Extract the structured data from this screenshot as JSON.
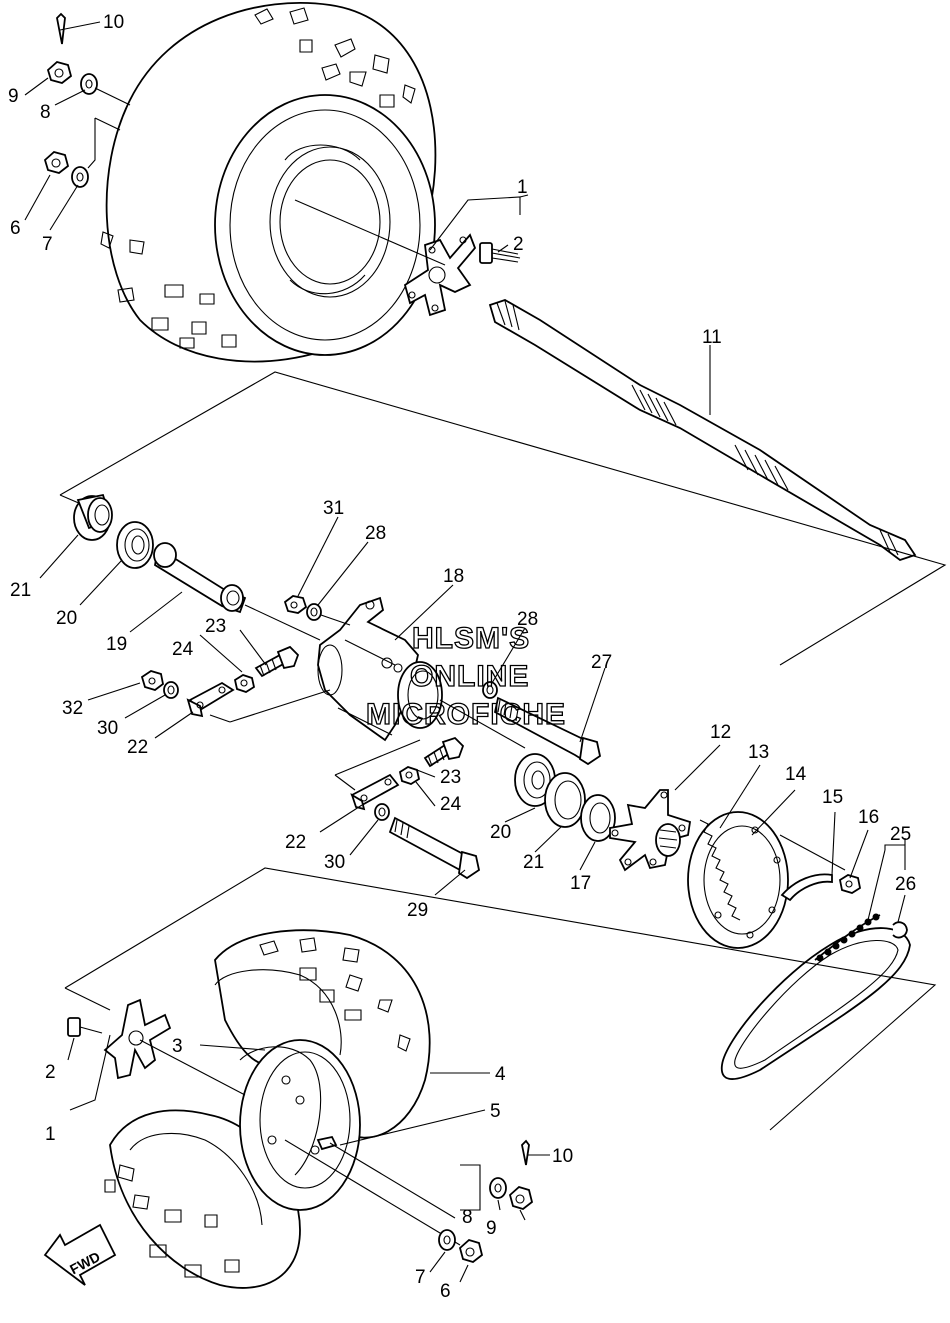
{
  "diagram": {
    "labels": {
      "p1_top": "1",
      "p2_top": "2",
      "p6_top": "6",
      "p7_top": "7",
      "p8_top": "8",
      "p9_top": "9",
      "p10_top": "10",
      "p11": "11",
      "p12": "12",
      "p13": "13",
      "p14": "14",
      "p15": "15",
      "p16": "16",
      "p17": "17",
      "p18": "18",
      "p19": "19",
      "p20_left": "20",
      "p21_left": "21",
      "p22_left": "22",
      "p23_left": "23",
      "p24_left": "24",
      "p25": "25",
      "p26": "26",
      "p27": "27",
      "p28_top": "28",
      "p28_mid": "28",
      "p29": "29",
      "p30_left": "30",
      "p31": "31",
      "p32": "32",
      "p20_mid": "20",
      "p21_mid": "21",
      "p22_mid": "22",
      "p23_mid": "23",
      "p24_mid": "24",
      "p30_mid": "30",
      "p1_bot": "1",
      "p2_bot": "2",
      "p3": "3",
      "p4": "4",
      "p5": "5",
      "p6_bot": "6",
      "p7_bot": "7",
      "p8_bot": "8",
      "p9_bot": "9",
      "p10_bot": "10"
    },
    "watermark": [
      "HLSM'S",
      "ONLINE",
      "MICROFICHE"
    ],
    "fwd_label": "FWD"
  }
}
